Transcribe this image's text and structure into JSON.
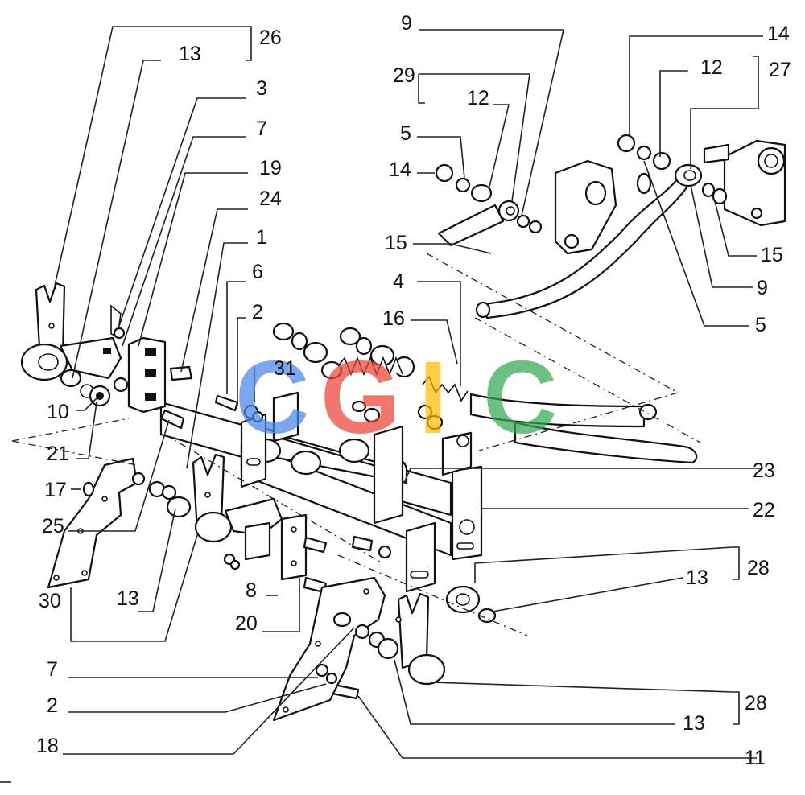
{
  "diagram": {
    "callouts": {
      "c26": "26",
      "c13a": "13",
      "c3": "3",
      "c7a": "7",
      "c19": "19",
      "c24": "24",
      "c1": "1",
      "c6": "6",
      "c2a": "2",
      "c31": "31",
      "c10": "10",
      "c21": "21",
      "c17": "17",
      "c25": "25",
      "c30": "30",
      "c13b": "13",
      "c8": "8",
      "c20": "20",
      "c7b": "7",
      "c2b": "2",
      "c18": "18",
      "c9a": "9",
      "c29": "29",
      "c12a": "12",
      "c5a": "5",
      "c14a": "14",
      "c15a": "15",
      "c4": "4",
      "c16": "16",
      "c14b": "14",
      "c12b": "12",
      "c27": "27",
      "c15b": "15",
      "c9b": "9",
      "c5b": "5",
      "c23": "23",
      "c22": "22",
      "c28a": "28",
      "c13c": "13",
      "c28b": "28",
      "c13d": "13",
      "c11": "11"
    },
    "watermark": {
      "letters": [
        "C",
        "G",
        "I",
        "C"
      ],
      "colors": [
        "#4a86e8",
        "#ea4335",
        "#fbbc05",
        "#34a853"
      ]
    }
  }
}
